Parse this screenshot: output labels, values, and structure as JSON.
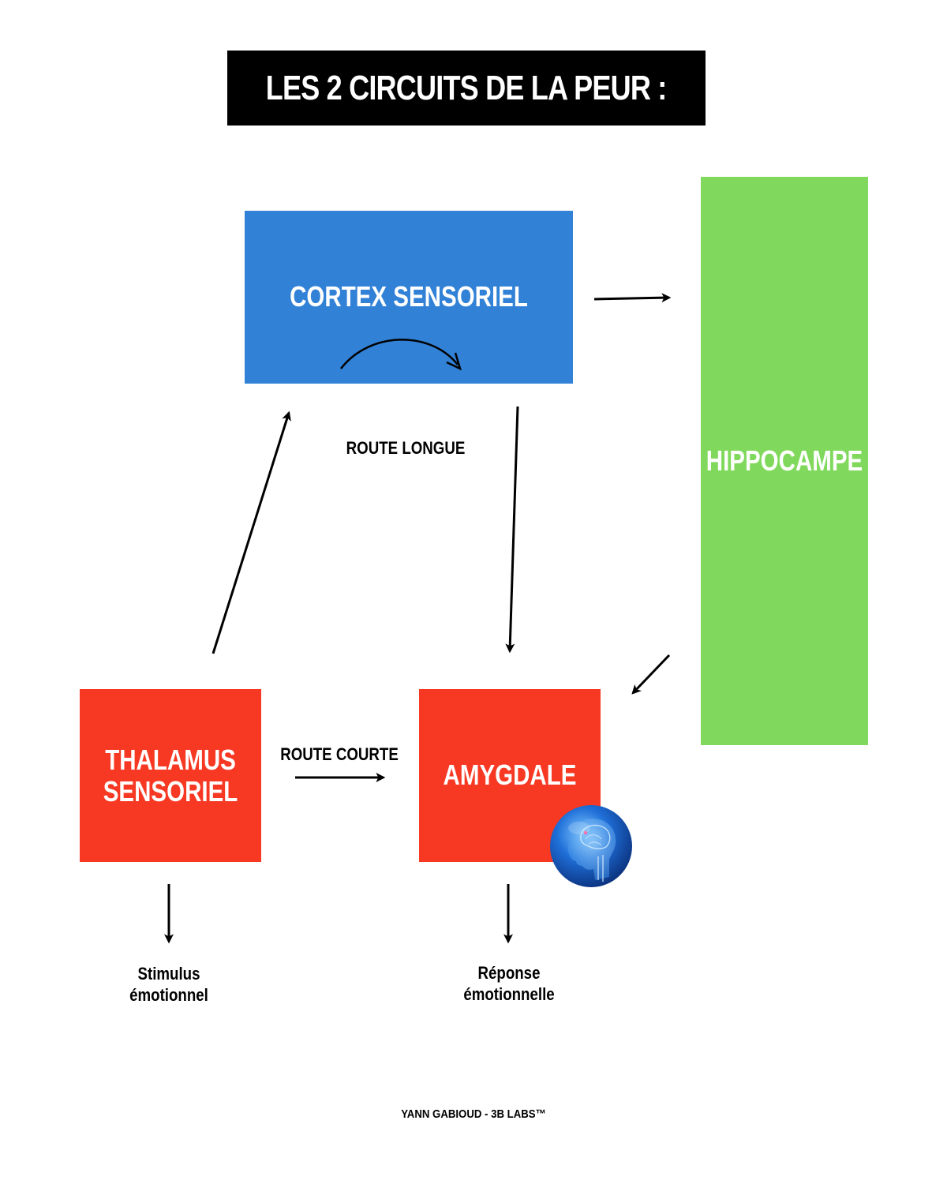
{
  "title": "LES 2 CIRCUITS DE LA PEUR :",
  "nodes": {
    "cortex": "CORTEX SENSORIEL",
    "hippocampe": "HIPPOCAMPE",
    "thalamus": "THALAMUS\nSENSORIEL",
    "amygdale": "AMYGDALE"
  },
  "labels": {
    "route_longue": "ROUTE LONGUE",
    "route_courte": "ROUTE COURTE",
    "stimulus": "Stimulus\némotionnel",
    "reponse": "Réponse\némotionnelle"
  },
  "credit": "YANN GABIOUD - 3B LABS™",
  "colors": {
    "title_bg": "#000000",
    "cortex": "#3181D6",
    "hippocampe": "#80D95C",
    "thalamus": "#F73924",
    "amygdale": "#F73924",
    "arrow": "#000000"
  },
  "icons": {
    "brain": "human-head-brain-icon"
  }
}
